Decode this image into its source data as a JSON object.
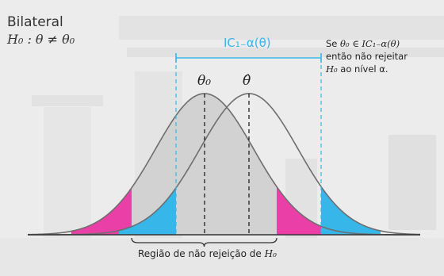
{
  "title": "Bilateral",
  "hypothesis": "H₀ : θ ≠ θ₀",
  "ci_label": "IC₁₋α(θ)",
  "note": {
    "line1_prefix": "Se ",
    "line1_math": "θ₀ ∈ IC₁₋α(θ)",
    "line2": "então não rejeitar",
    "line3_math": "H₀",
    "line3_suffix": " ao nível α."
  },
  "theta0_label": "θ₀",
  "thetahat_label": "θ̂",
  "region_label_prefix": "Região de não rejeição de ",
  "region_label_math": "H₀",
  "colors": {
    "curve": "#6e6e6e",
    "ci_blue": "#37b6ea",
    "reject_magenta": "#ea3fa7",
    "accept_fill": "#cfcfcf",
    "background": "#ececec",
    "bracket": "#333333"
  }
}
